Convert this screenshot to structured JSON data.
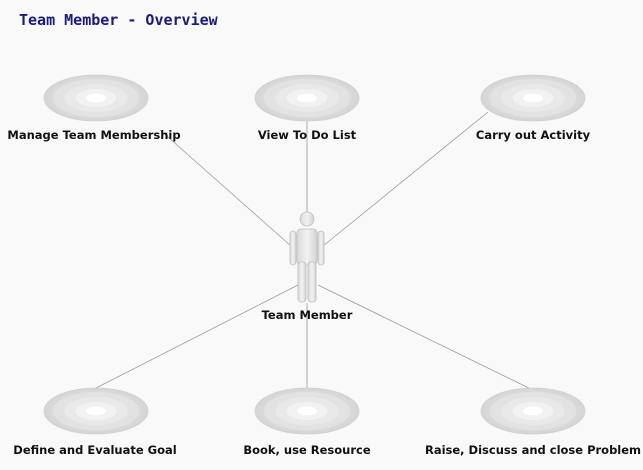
{
  "title": "Team Member - Overview",
  "actor": {
    "label": "Team Member"
  },
  "use_cases": [
    {
      "id": "manage-team-membership",
      "label": "Manage Team Membership"
    },
    {
      "id": "view-to-do-list",
      "label": "View To Do List"
    },
    {
      "id": "carry-out-activity",
      "label": "Carry out Activity"
    },
    {
      "id": "define-and-evaluate-goal",
      "label": "Define and Evaluate Goal"
    },
    {
      "id": "book-use-resource",
      "label": "Book, use Resource"
    },
    {
      "id": "raise-discuss-close-problem",
      "label": "Raise, Discuss and close Problem"
    }
  ],
  "colors": {
    "title": "#1a1a80",
    "line": "#9a9a9a",
    "ellipse_outer": "#cfcfcf",
    "ellipse_inner": "#ffffff",
    "actor_fill": "#e3e3e3",
    "actor_stroke": "#bdbdbd"
  }
}
